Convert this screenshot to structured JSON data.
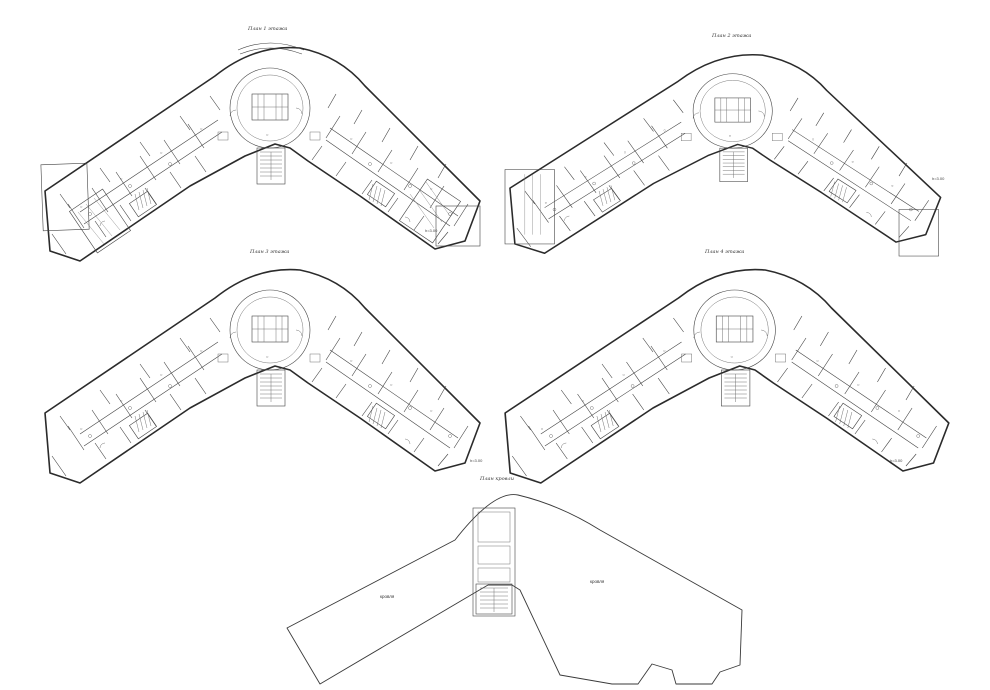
{
  "sheet": {
    "plans": [
      {
        "id": "floor-1",
        "title": "План 1 этажа",
        "level_mark": "h=3.00"
      },
      {
        "id": "floor-2",
        "title": "План 2 этажа",
        "level_mark": "h=3.00"
      },
      {
        "id": "floor-3",
        "title": "План 3 этажа",
        "level_mark": "h=3.00"
      },
      {
        "id": "floor-4",
        "title": "План 4 этажа",
        "level_mark": "h=3.00"
      },
      {
        "id": "roof",
        "title": "План кровли",
        "roof_labels": [
          "кровля",
          "кровля"
        ]
      }
    ]
  }
}
